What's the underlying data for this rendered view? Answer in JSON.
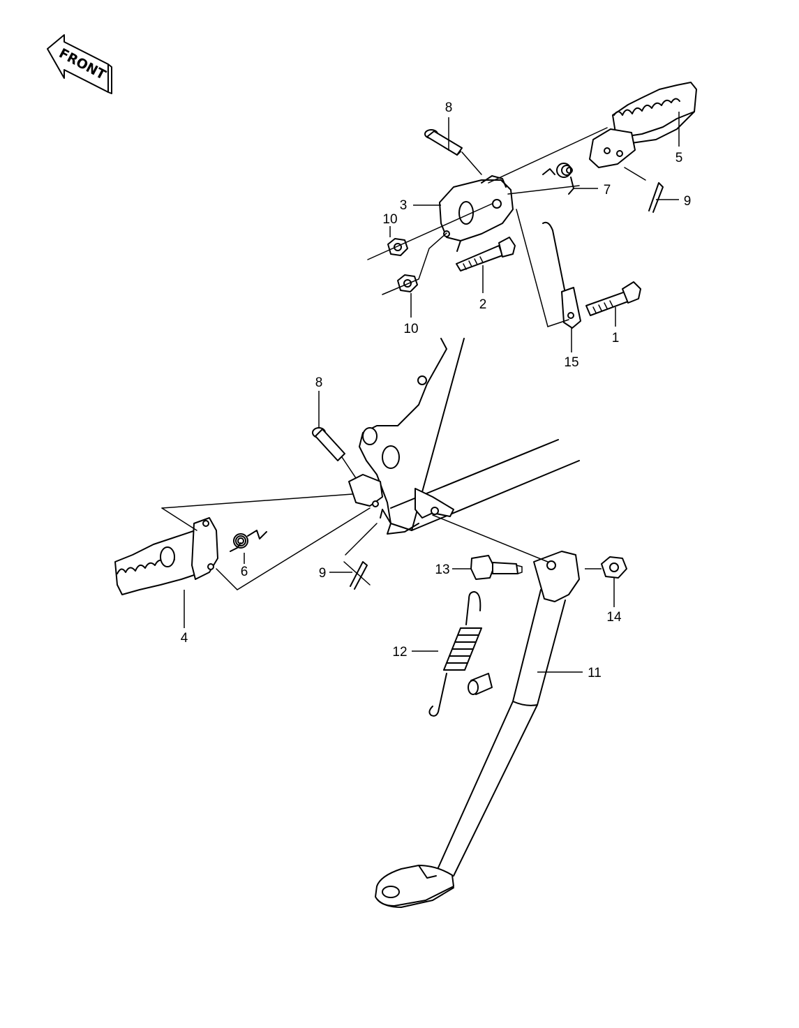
{
  "front_label": "FRONT",
  "callouts": [
    {
      "id": "1",
      "text": "1"
    },
    {
      "id": "2",
      "text": "2"
    },
    {
      "id": "3",
      "text": "3"
    },
    {
      "id": "4",
      "text": "4"
    },
    {
      "id": "5",
      "text": "5"
    },
    {
      "id": "6",
      "text": "6"
    },
    {
      "id": "7",
      "text": "7"
    },
    {
      "id": "8a",
      "text": "8"
    },
    {
      "id": "8b",
      "text": "8"
    },
    {
      "id": "9a",
      "text": "9"
    },
    {
      "id": "9b",
      "text": "9"
    },
    {
      "id": "10a",
      "text": "10"
    },
    {
      "id": "10b",
      "text": "10"
    },
    {
      "id": "11",
      "text": "11"
    },
    {
      "id": "12",
      "text": "12"
    },
    {
      "id": "13",
      "text": "13"
    },
    {
      "id": "14",
      "text": "14"
    },
    {
      "id": "15",
      "text": "15"
    }
  ],
  "colors": {
    "line": "#000000",
    "background": "#ffffff"
  }
}
